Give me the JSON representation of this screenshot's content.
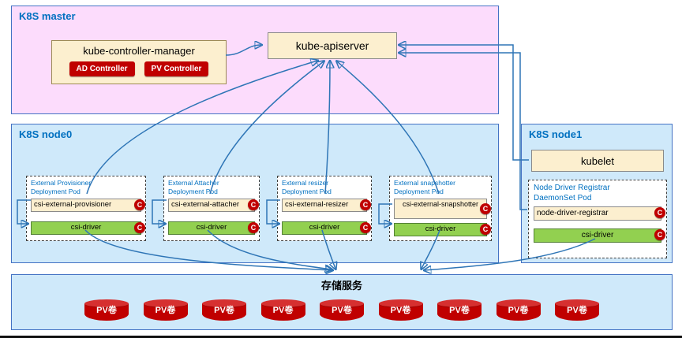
{
  "badge": "C",
  "master": {
    "label": "K8S master",
    "controller_manager": {
      "label": "kube-controller-manager",
      "ad_controller": "AD Controller",
      "pv_controller": "PV Controller"
    },
    "apiserver": "kube-apiserver"
  },
  "node0": {
    "label": "K8S node0",
    "pods": [
      {
        "title1": "External Provisioner",
        "title2": "Deployment Pod",
        "sidecar": "csi-external-provisioner",
        "driver": "csi-driver"
      },
      {
        "title1": "External Attacher",
        "title2": "Deployment Pod",
        "sidecar": "csi-external-attacher",
        "driver": "csi-driver"
      },
      {
        "title1": "External resizer",
        "title2": "Deployment Pod",
        "sidecar": "csi-external-resizer",
        "driver": "csi-driver"
      },
      {
        "title1": "External snapshotter",
        "title2": "Deployment Pod",
        "sidecar": "csi-external-snapshotter",
        "driver": "csi-driver"
      }
    ]
  },
  "node1": {
    "label": "K8S node1",
    "kubelet": "kubelet",
    "pod": {
      "title1": "Node Driver Registrar",
      "title2": "DaemonSet Pod",
      "sidecar": "node-driver-registrar",
      "driver": "csi-driver"
    }
  },
  "storage": {
    "title": "存储服务",
    "volumes": [
      "PV卷",
      "PV卷",
      "PV卷",
      "PV卷",
      "PV卷",
      "PV卷",
      "PV卷",
      "PV卷",
      "PV卷"
    ]
  },
  "colors": {
    "master_bg": "#fcdcfc",
    "node_bg": "#cfe9fa",
    "box_border": "#4472c4",
    "cream": "#fcefcf",
    "green": "#92d050",
    "red": "#c00000",
    "blue_text": "#0070c0",
    "arrow": "#2e75b6"
  }
}
